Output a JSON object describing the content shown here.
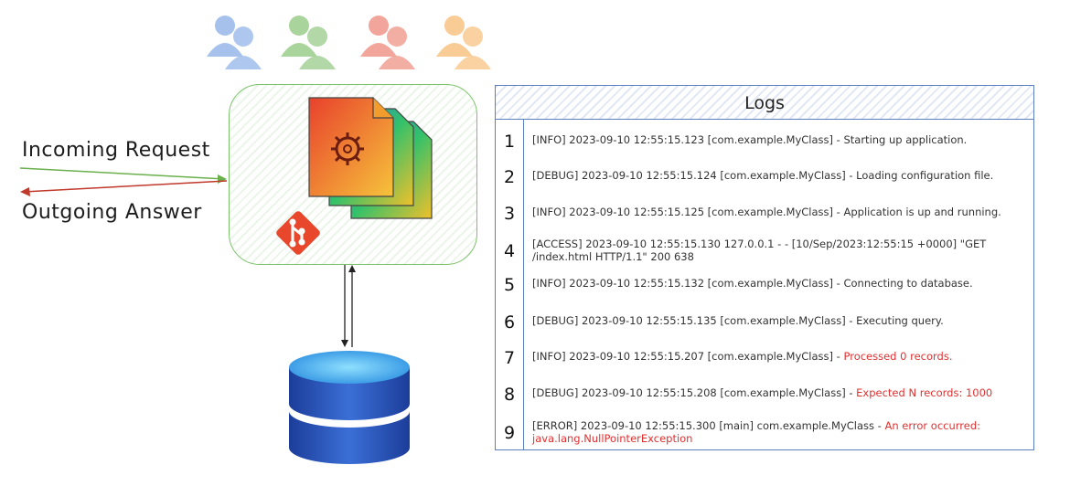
{
  "diagram": {
    "incoming_label": "Incoming Request",
    "outgoing_label": "Outgoing Answer",
    "users": [
      {
        "icon": "user-group-icon",
        "color": "#a5c1ec"
      },
      {
        "icon": "user-group-icon",
        "color": "#a9d49c"
      },
      {
        "icon": "user-group-icon",
        "color": "#f2a59a"
      },
      {
        "icon": "user-group-icon",
        "color": "#f9cc96"
      }
    ],
    "server_icons": [
      "config-files-icon",
      "git-icon"
    ],
    "database_icon": "database-icon"
  },
  "logs": {
    "title": "Logs",
    "rows": [
      {
        "num": "1",
        "text": "[INFO] 2023-09-10 12:55:15.123 [com.example.MyClass] - Starting up application.",
        "highlight": ""
      },
      {
        "num": "2",
        "text": "[DEBUG] 2023-09-10 12:55:15.124 [com.example.MyClass] - Loading configuration file.",
        "highlight": ""
      },
      {
        "num": "3",
        "text": "[INFO] 2023-09-10 12:55:15.125 [com.example.MyClass] - Application is up and running.",
        "highlight": ""
      },
      {
        "num": "4",
        "text": "[ACCESS] 2023-09-10 12:55:15.130 127.0.0.1 - - [10/Sep/2023:12:55:15 +0000] \"GET /index.html HTTP/1.1\" 200 638",
        "highlight": ""
      },
      {
        "num": "5",
        "text": "[INFO] 2023-09-10 12:55:15.132 [com.example.MyClass] - Connecting to database.",
        "highlight": ""
      },
      {
        "num": "6",
        "text": "[DEBUG] 2023-09-10 12:55:15.135 [com.example.MyClass] - Executing query.",
        "highlight": ""
      },
      {
        "num": "7",
        "text": "[INFO] 2023-09-10 12:55:15.207 [com.example.MyClass] - ",
        "highlight": "Processed 0 records."
      },
      {
        "num": "8",
        "text": "[DEBUG] 2023-09-10 12:55:15.208 [com.example.MyClass] - ",
        "highlight": "Expected N records: 1000"
      },
      {
        "num": "9",
        "text": "[ERROR] 2023-09-10 12:55:15.300 [main] com.example.MyClass - ",
        "highlight": "An error occurred: java.lang.NullPointerException"
      }
    ]
  },
  "colors": {
    "server_border": "#7cc26a",
    "panel_border": "#5b7fbf",
    "error_text": "#e03131",
    "incoming_arrow": "#6ab04c",
    "outgoing_arrow": "#c0392b"
  }
}
